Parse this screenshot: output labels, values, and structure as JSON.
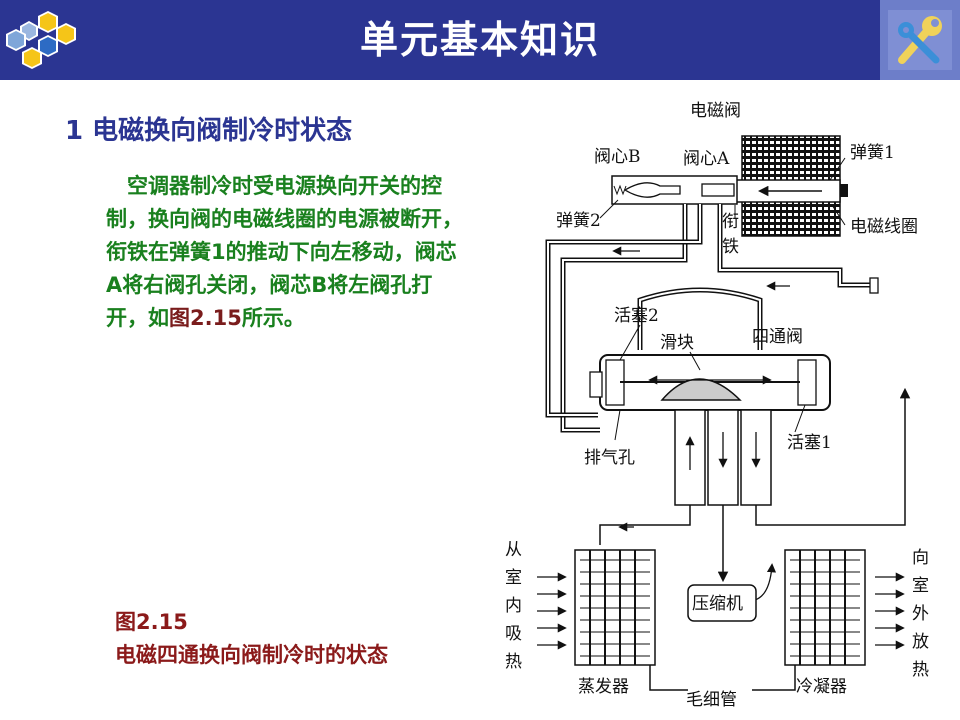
{
  "header": {
    "title": "单元基本知识",
    "color": "#2b3592"
  },
  "logo": {
    "icon": "hexagon-cluster-icon",
    "colors": [
      "#f5c518",
      "#9bb7e0",
      "#2d6bc4"
    ]
  },
  "badge": {
    "icon": "wrench-icon"
  },
  "section_title": "1 电磁换向阀制冷时状态",
  "body": {
    "part1": "空调器制冷时受电源换向开关的控制，换向阀的电磁线圈的电源被断开，衔铁在弹簧1的推动下向左移动，阀芯A将右阀孔关闭，阀芯B将左阀孔打开，如",
    "fig_ref": "图2.15",
    "part2": "所示。"
  },
  "caption": {
    "line1": "图2.15",
    "line2": "电磁四通换向阀制冷时的状态"
  },
  "diagram": {
    "solenoid_valve": "电磁阀",
    "spool_b": "阀心B",
    "spool_a": "阀心A",
    "spring1": "弹簧1",
    "spring2": "弹簧2",
    "armature_1": "衔",
    "armature_2": "铁",
    "coil": "电磁线圈",
    "piston2": "活塞2",
    "slider": "滑块",
    "four_way_valve": "四通阀",
    "exhaust_hole": "排气孔",
    "piston1": "活塞1",
    "from_indoor": [
      "从",
      "室",
      "内",
      "吸",
      "热"
    ],
    "to_outdoor": [
      "向",
      "室",
      "外",
      "放",
      "热"
    ],
    "compressor": "压缩机",
    "evaporator": "蒸发器",
    "capillary": "毛细管",
    "condenser": "冷凝器"
  }
}
